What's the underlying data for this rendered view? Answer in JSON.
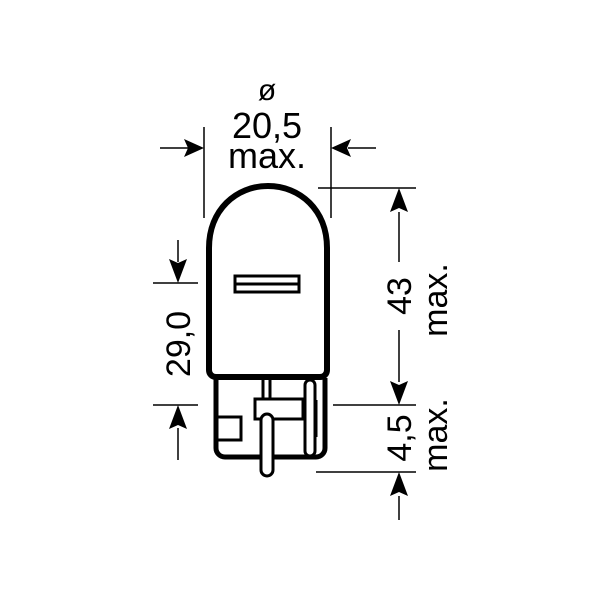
{
  "diagram": {
    "subject": "W21/5W wedge base bulb dimension drawing",
    "colors": {
      "line": "#000000",
      "background": "#ffffff"
    },
    "dimensions": {
      "diameter": {
        "symbol": "ø",
        "value": "20,5",
        "suffix": "max."
      },
      "bulb_height": {
        "value": "29,0"
      },
      "overall_length": {
        "value": "43",
        "suffix": "max."
      },
      "base_offset": {
        "value": "4,5",
        "suffix": "max."
      }
    }
  }
}
